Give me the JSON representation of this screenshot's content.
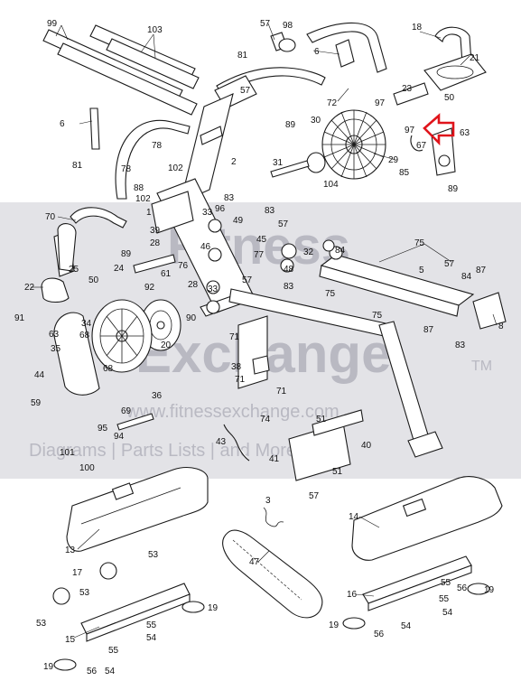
{
  "watermark": {
    "brand_line1": "Fitness",
    "brand_line2": "Exchange",
    "tm": "TM",
    "url": "www.fitnessexchange.com",
    "tagline": "Diagrams | Parts Lists | and More"
  },
  "highlight_color": "#e0141b",
  "callouts": {
    "c99": "99",
    "c103": "103",
    "c57a": "57",
    "c98": "98",
    "c18": "18",
    "c21": "21",
    "c81a": "81",
    "c6a": "6",
    "c57b": "57",
    "c72": "72",
    "c50": "50",
    "c23": "23",
    "c97a": "97",
    "c97b": "97",
    "c6b": "6",
    "c89a": "89",
    "c30": "30",
    "c63": "63",
    "c78a": "78",
    "c2": "2",
    "c31": "31",
    "c29": "29",
    "c67": "67",
    "c85": "85",
    "c81b": "81",
    "c78b": "78",
    "c102a": "102",
    "c104": "104",
    "c89b": "89",
    "c88": "88",
    "c102b": "102",
    "c83a": "83",
    "c1": "1",
    "c70": "70",
    "c33a": "33",
    "c96": "96",
    "c83b": "83",
    "c49": "49",
    "c57c": "57",
    "c89c": "89",
    "c25": "25",
    "c39": "39",
    "c28a": "28",
    "c46": "46",
    "c45": "45",
    "c32": "32",
    "c84a": "84",
    "c75a": "75",
    "c24": "24",
    "c76": "76",
    "c77": "77",
    "c48": "48",
    "c5": "5",
    "c57d": "57",
    "c84b": "84",
    "c87a": "87",
    "c22": "22",
    "c50b": "50",
    "c92": "92",
    "c61": "61",
    "c57e": "57",
    "c75b": "75",
    "c28b": "28",
    "c33b": "33",
    "c83c": "83",
    "c75c": "75",
    "c87b": "87",
    "c8": "8",
    "c91": "91",
    "c63b": "63",
    "c34": "34",
    "c90": "90",
    "c20": "20",
    "c35": "35",
    "c68a": "68",
    "c71a": "71",
    "c83d": "83",
    "c68b": "68",
    "c38": "38",
    "c44": "44",
    "c71b": "71",
    "c71c": "71",
    "c74": "74",
    "c59": "59",
    "c36": "36",
    "c69": "69",
    "c95": "95",
    "c94": "94",
    "c51a": "51",
    "c40": "40",
    "c43": "43",
    "c101": "101",
    "c41": "41",
    "c51b": "51",
    "c100": "100",
    "c57f": "57",
    "c3": "3",
    "c14": "14",
    "c13": "13",
    "c47": "47",
    "c53a": "53",
    "c17": "17",
    "c53b": "53",
    "c19a": "19",
    "c16": "16",
    "c56a": "56",
    "c55a": "55",
    "c53c": "53",
    "c19b": "19",
    "c55b": "55",
    "c54a": "54",
    "c55c": "55",
    "c54b": "54",
    "c15": "15",
    "c55d": "55",
    "c19c": "19",
    "c56b": "56",
    "c54c": "54",
    "c19d": "19",
    "c56c": "56",
    "c54d": "54"
  }
}
